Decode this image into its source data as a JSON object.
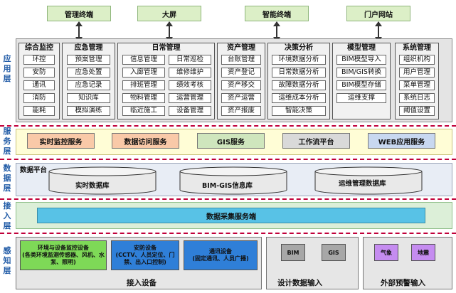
{
  "layers": {
    "application": "应用层",
    "service": "服务层",
    "data": "数据层",
    "access": "接入层",
    "perception": "感知层"
  },
  "terminals": [
    "管理终端",
    "大屏",
    "智能终端",
    "门户网站"
  ],
  "app_groups": [
    {
      "title": "综合监控",
      "items": [
        "环控",
        "安防",
        "通讯",
        "消防",
        "能耗"
      ]
    },
    {
      "title": "应急管理",
      "items": [
        "预案管理",
        "应急处置",
        "应急记录",
        "知识库",
        "模拟演练"
      ]
    },
    {
      "title": "日常管理",
      "items": [
        "信息管理",
        "日常巡检",
        "入廊管理",
        "维修维护",
        "排班管理",
        "绩效考核",
        "物料管理",
        "运营管理",
        "临近施工",
        "设备管理"
      ]
    },
    {
      "title": "资产管理",
      "items": [
        "台账管理",
        "资产登记",
        "资产移交",
        "资产运营",
        "资产报废"
      ]
    },
    {
      "title": "决策分析",
      "items": [
        "环境数据分析",
        "日常数据分析",
        "故障数据分析",
        "运维成本分析",
        "智能决策"
      ]
    },
    {
      "title": "模型管理",
      "items": [
        "BIM模型导入",
        "BIM/GIS转换",
        "BIM模型存储",
        "运维支撑"
      ]
    },
    {
      "title": "系统管理",
      "items": [
        "组织机构",
        "用户管理",
        "菜单管理",
        "系统日志",
        "阈值设置"
      ]
    }
  ],
  "services": [
    "实时监控服务",
    "数据访问服务",
    "GIS服务",
    "工作流平台",
    "WEB应用服务"
  ],
  "data_layer": {
    "platform_label": "数据平台",
    "databases": [
      "实时数据库",
      "BIM-GIS信息库",
      "运维管理数据库"
    ]
  },
  "access_layer": {
    "service": "数据采集服务端"
  },
  "perception": {
    "devices": [
      {
        "title": "环境与设备监控设备",
        "detail": "(各类环境监测传感器、风机、水泵、照明)"
      },
      {
        "title": "安防设备",
        "detail": "(CCTV、人员定位、门禁、出入口控制)"
      },
      {
        "title": "通讯设备",
        "detail": "(固定通讯、人员广播)"
      }
    ],
    "access_caption": "接入设备",
    "design": {
      "items": [
        "BIM",
        "GIS"
      ],
      "caption": "设计数据输入"
    },
    "alert": {
      "items": [
        "气象",
        "地震"
      ],
      "caption": "外部预警输入"
    }
  },
  "colors": {
    "layer_label": "#1f5aa6",
    "separator": "#c0003a",
    "terminal": "#dcefc7",
    "service_band": "#fffdd6",
    "access_bar": "#58c2e6",
    "device_green": "#7ed957",
    "device_blue": "#2f7fd8",
    "alert_purple": "#c58cf0"
  }
}
